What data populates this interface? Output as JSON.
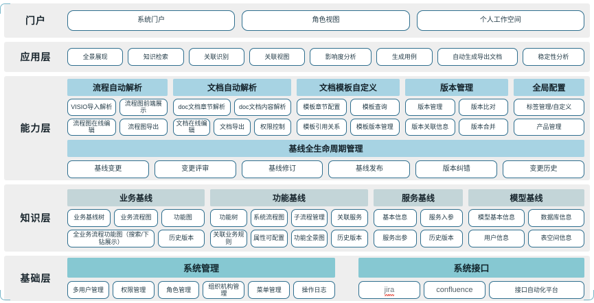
{
  "layers": [
    {
      "id": "portal",
      "label": "门户",
      "items": [
        "系统门户",
        "角色视图",
        "个人工作空间"
      ]
    },
    {
      "id": "application",
      "label": "应用层",
      "items": [
        "全景展现",
        "知识检索",
        "关联识别",
        "关联视图",
        "影响度分析",
        "生成用例",
        "自动生成导出文档",
        "稳定性分析"
      ]
    },
    {
      "id": "capability",
      "label": "能力层",
      "groups": [
        {
          "title": "流程自动解析",
          "rows": [
            [
              "VISIO导入解析",
              "流程图前端展示"
            ],
            [
              "流程图在线编辑",
              "流程图导出"
            ]
          ]
        },
        {
          "title": "文档自动解析",
          "rows": [
            [
              "doc文档章节解析",
              "doc文档内容解析"
            ],
            [
              "文档在线编辑",
              "文档导出",
              "权限控制"
            ]
          ]
        },
        {
          "title": "文档模板自定义",
          "rows": [
            [
              "模板章节配置",
              "模板查询"
            ],
            [
              "模板引用关系",
              "模板版本管理"
            ]
          ]
        },
        {
          "title": "版本管理",
          "rows": [
            [
              "版本管理",
              "版本比对"
            ],
            [
              "版本关联信息",
              "版本合并"
            ]
          ]
        },
        {
          "title": "全局配置",
          "rows": [
            [
              "标签管理/自定义"
            ],
            [
              "产品管理"
            ]
          ]
        }
      ],
      "lifecycle": {
        "title": "基线全生命周期管理",
        "items": [
          "基线变更",
          "变更评审",
          "基线修订",
          "基线发布",
          "版本纠错",
          "变更历史"
        ]
      }
    },
    {
      "id": "knowledge",
      "label": "知识层",
      "groups": [
        {
          "title": "业务基线",
          "rows": [
            [
              "业务基线树",
              "业务流程图",
              "功能图"
            ],
            [
              "全业务流程功能图（搜索/下钻展示）",
              "历史版本"
            ]
          ]
        },
        {
          "title": "功能基线",
          "rows": [
            [
              "功能树",
              "系统流程图",
              "子流程管理",
              "关联服务"
            ],
            [
              "关联业务规则",
              "属性可配置",
              "功能全景图",
              "历史版本"
            ]
          ]
        },
        {
          "title": "服务基线",
          "rows": [
            [
              "基本信息",
              "服务入参"
            ],
            [
              "服务出参",
              "历史版本"
            ]
          ]
        },
        {
          "title": "模型基线",
          "rows": [
            [
              "模型基本信息",
              "数据库信息"
            ],
            [
              "用户信息",
              "表空间信息"
            ]
          ]
        }
      ]
    },
    {
      "id": "foundation",
      "label": "基础层",
      "columns": [
        {
          "title": "系统管理",
          "items": [
            "多用户管理",
            "权限管理",
            "角色管理",
            "组织机构管理",
            "菜单管理",
            "操作日志"
          ]
        },
        {
          "title": "系统接口",
          "items": [
            "jira",
            "confluence",
            "接口自动化平台"
          ]
        }
      ]
    }
  ],
  "colors": {
    "band_bg": "#eeeeee",
    "pill_border": "#2e6e8e",
    "capability_header": "#a7d3e3",
    "knowledge_header": "#c3d5d8",
    "foundation_header": "#86c8d2",
    "text": "#1d2b33"
  }
}
